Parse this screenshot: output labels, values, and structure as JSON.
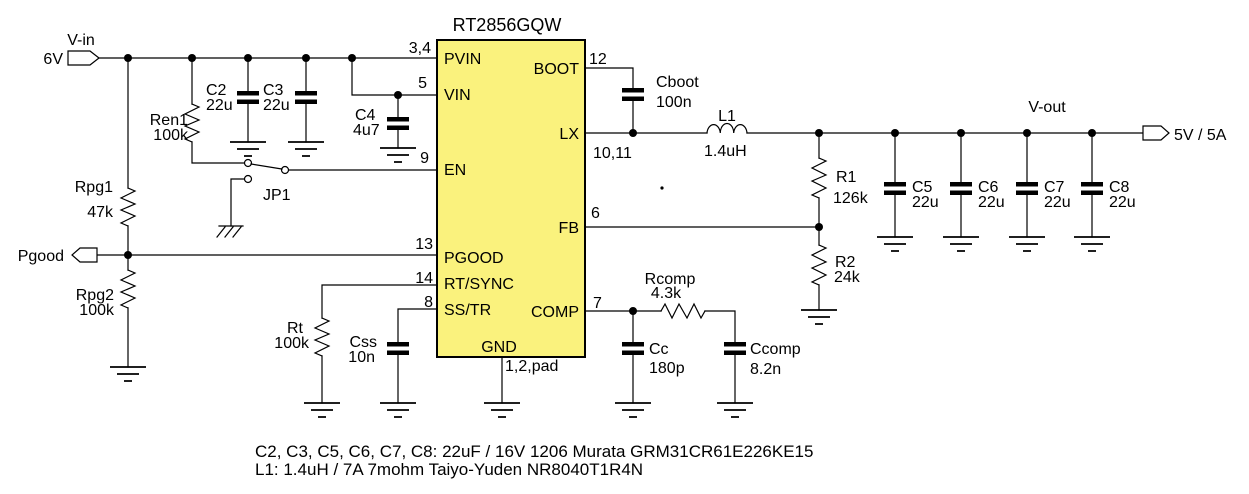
{
  "ic": {
    "name": "RT2856GQW",
    "fill": "#FAF27D",
    "pins": {
      "pvin": {
        "label": "PVIN",
        "number": "3,4"
      },
      "vin": {
        "label": "VIN",
        "number": "5"
      },
      "en": {
        "label": "EN",
        "number": "9"
      },
      "pgood": {
        "label": "PGOOD",
        "number": "13"
      },
      "rtsync": {
        "label": "RT/SYNC",
        "number": "14"
      },
      "sstr": {
        "label": "SS/TR",
        "number": "8"
      },
      "boot": {
        "label": "BOOT",
        "number": "12"
      },
      "lx": {
        "label": "LX",
        "number": "10,11"
      },
      "fb": {
        "label": "FB",
        "number": "6"
      },
      "comp": {
        "label": "COMP",
        "number": "7"
      },
      "gnd": {
        "label": "GND",
        "number": "1,2,pad"
      }
    }
  },
  "ports": {
    "vin": {
      "name": "V-in",
      "value": "6V"
    },
    "pgood": {
      "name": "Pgood"
    },
    "vout": {
      "name": "V-out",
      "value": "5V / 5A"
    }
  },
  "components": {
    "ren1": {
      "ref": "Ren1",
      "value": "100k"
    },
    "rpg1": {
      "ref": "Rpg1",
      "value": "47k"
    },
    "rpg2": {
      "ref": "Rpg2",
      "value": "100k"
    },
    "rt": {
      "ref": "Rt",
      "value": "100k"
    },
    "css": {
      "ref": "Css",
      "value": "10n"
    },
    "c2": {
      "ref": "C2",
      "value": "22u"
    },
    "c3": {
      "ref": "C3",
      "value": "22u"
    },
    "c4": {
      "ref": "C4",
      "value": "4u7"
    },
    "cboot": {
      "ref": "Cboot",
      "value": "100n"
    },
    "l1": {
      "ref": "L1",
      "value": "1.4uH"
    },
    "r1": {
      "ref": "R1",
      "value": "126k"
    },
    "r2": {
      "ref": "R2",
      "value": "24k"
    },
    "c5": {
      "ref": "C5",
      "value": "22u"
    },
    "c6": {
      "ref": "C6",
      "value": "22u"
    },
    "c7": {
      "ref": "C7",
      "value": "22u"
    },
    "c8": {
      "ref": "C8",
      "value": "22u"
    },
    "rcomp": {
      "ref": "Rcomp",
      "value": "4.3k"
    },
    "cc": {
      "ref": "Cc",
      "value": "180p"
    },
    "ccomp": {
      "ref": "Ccomp",
      "value": "8.2n"
    },
    "jp1": {
      "ref": "JP1"
    }
  },
  "notes": [
    "C2, C3, C5, C6, C7, C8: 22uF / 16V 1206 Murata GRM31CR61E226KE15",
    "L1: 1.4uH / 7A 7mohm Taiyo-Yuden NR8040T1R4N"
  ]
}
